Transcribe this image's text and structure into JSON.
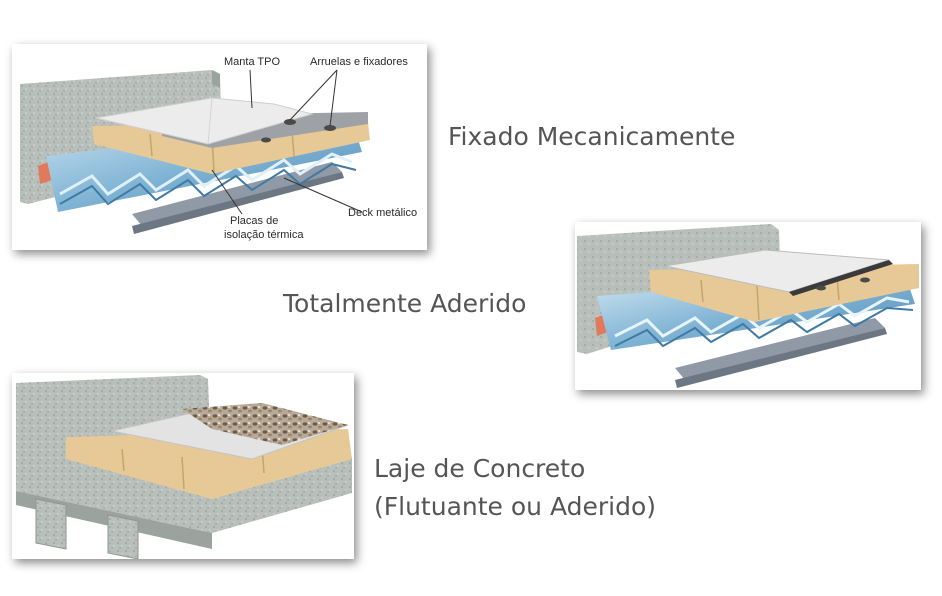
{
  "sections": [
    {
      "title": "Fixado Mecanicamente",
      "callouts": {
        "membrane": "Manta TPO",
        "washers": "Arruelas e fixadores",
        "insulation_line1": "Placas de",
        "insulation_line2": "isolação térmica",
        "deck": "Deck metálico"
      }
    },
    {
      "title": "Totalmente Aderido"
    },
    {
      "title_line1": "Laje de Concreto",
      "title_line2": "(Flutuante ou Aderido)"
    }
  ],
  "colors": {
    "concrete": "#b9c0bc",
    "insulation": "#e6c996",
    "metal_deck": "#86b8d6",
    "membrane": "#ececec",
    "steel_beam": "#8f9aa6",
    "caption_text": "#555555"
  }
}
